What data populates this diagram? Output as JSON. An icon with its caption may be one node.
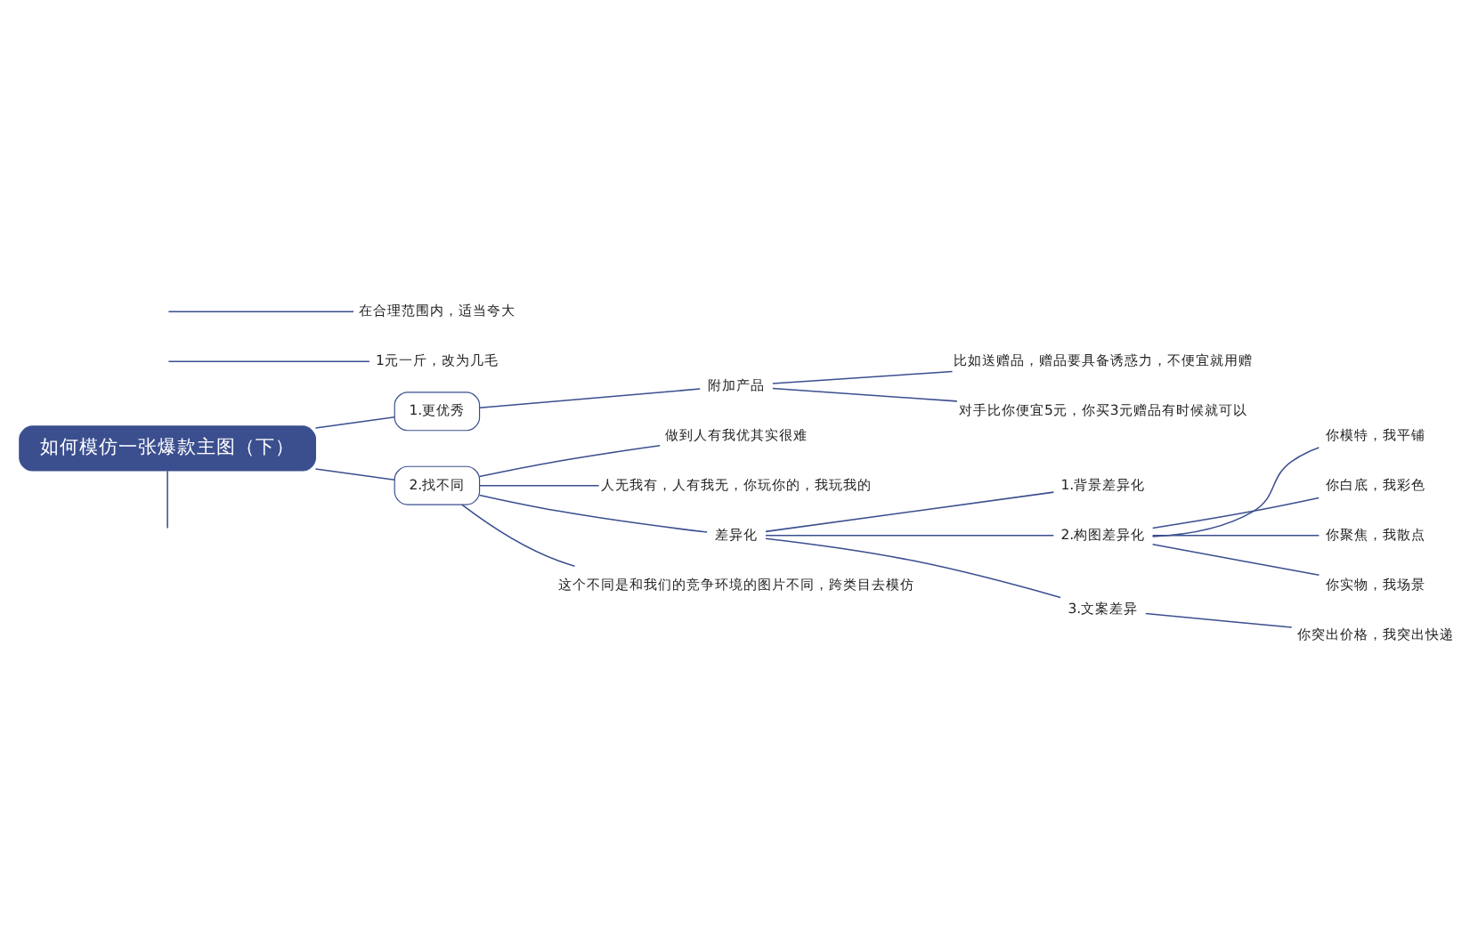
{
  "diagram": {
    "nodes": [
      {
        "text": [
          "如何模仿一张爆款主图（下）"
        ]
      },
      {
        "text": [
          "1.更优秀"
        ]
      },
      {
        "text": [
          "1元一斤，改为几毛"
        ]
      },
      {
        "text": [
          "在合理范围内，适当夸大"
        ]
      },
      {
        "text": [
          "附加产品"
        ]
      },
      {
        "text": [
          "比如送赠品，赠品要具备诱惑力，不便宜就用赠"
        ]
      },
      {
        "text": [
          "对手比你便宜5元，你买3元赠品有时候就可以"
        ]
      },
      {
        "text": [
          "2.找不同"
        ]
      },
      {
        "text": [
          "做到人有我优其实很难"
        ]
      },
      {
        "text": [
          "人无我有，人有我无，你玩你的，我玩我的"
        ]
      },
      {
        "text": [
          "差异化"
        ]
      },
      {
        "text": [
          "1.背景差异化"
        ]
      },
      {
        "text": [
          "2.构图差异化"
        ]
      },
      {
        "text": [
          "你模特，我平铺"
        ]
      },
      {
        "text": [
          "你白底，我彩色"
        ]
      },
      {
        "text": [
          "你聚焦，我散点"
        ]
      },
      {
        "text": [
          "你实物，我场景"
        ]
      },
      {
        "text": [
          "3.文案差异"
        ]
      },
      {
        "text": [
          "你突出价格，我突出快递"
        ]
      },
      {
        "text": [
          "这个不同是和我们的竞争环境的图片不同，跨类目去模仿"
        ]
      }
    ],
    "edges": [
      {
        "from": 0,
        "to": null,
        "arrow": "none"
      },
      {
        "from": 0,
        "to": 1,
        "arrow": "none"
      },
      {
        "from": null,
        "to": 2,
        "arrow": "none"
      },
      {
        "from": null,
        "to": 3,
        "arrow": "none"
      },
      {
        "from": 1,
        "to": 4,
        "arrow": "none"
      },
      {
        "from": 4,
        "to": 5,
        "arrow": "none"
      },
      {
        "from": 4,
        "to": 6,
        "arrow": "none"
      },
      {
        "from": 0,
        "to": 7,
        "arrow": "none"
      },
      {
        "from": 7,
        "to": 8,
        "arrow": "none"
      },
      {
        "from": 7,
        "to": 9,
        "arrow": "none"
      },
      {
        "from": 7,
        "to": 10,
        "arrow": "none"
      },
      {
        "from": 10,
        "to": 11,
        "arrow": "none"
      },
      {
        "from": 10,
        "to": 12,
        "arrow": "none"
      },
      {
        "from": 12,
        "to": 13,
        "arrow": "none"
      },
      {
        "from": 12,
        "to": 14,
        "arrow": "none"
      },
      {
        "from": 12,
        "to": 15,
        "arrow": "none"
      },
      {
        "from": 12,
        "to": 16,
        "arrow": "none"
      },
      {
        "from": 10,
        "to": 17,
        "arrow": "none"
      },
      {
        "from": 17,
        "to": 18,
        "arrow": "none"
      },
      {
        "from": 7,
        "to": 19,
        "arrow": "none"
      }
    ]
  }
}
